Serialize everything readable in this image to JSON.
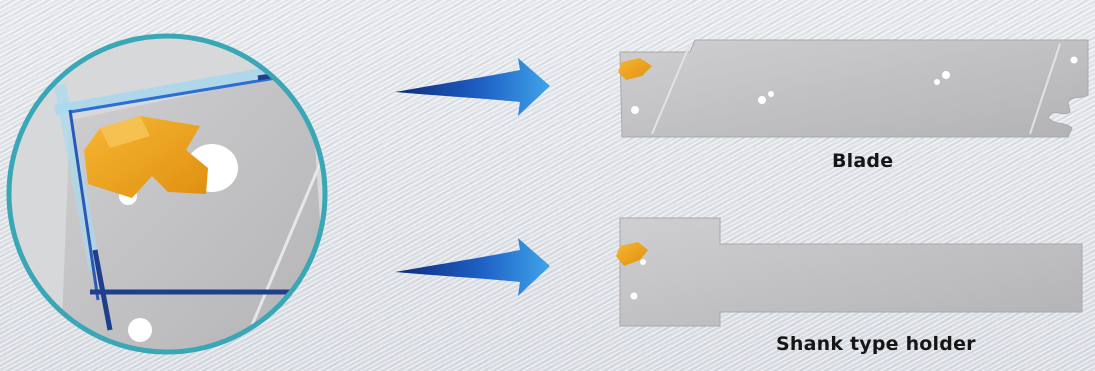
{
  "labels": {
    "blade": "Blade",
    "shank": "Shank type holder"
  },
  "colors": {
    "insert": "#f0a31c",
    "arrow": "#1f67c8",
    "ring": "#3aa7b6",
    "steel": "#bdbdbf",
    "tool_edge": "#1f3f8c"
  },
  "icons": [
    "magnifier-detail",
    "arrow-right-icon",
    "blade-image",
    "shank-holder-image"
  ]
}
